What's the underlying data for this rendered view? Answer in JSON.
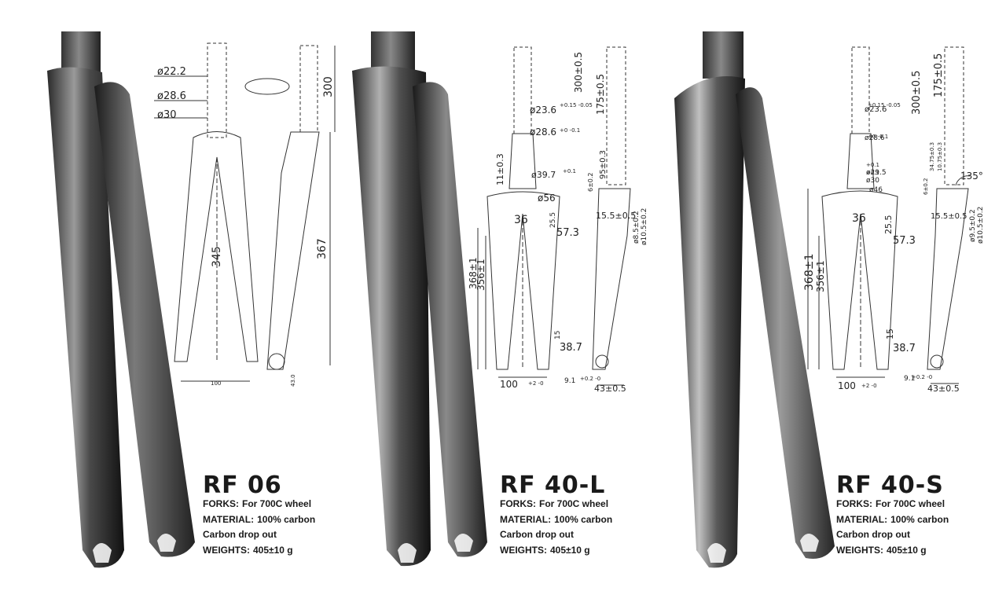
{
  "products": [
    {
      "name": "RF 06",
      "specs": [
        {
          "key": "FORKS:",
          "value": "For 700C wheel"
        },
        {
          "key": "MATERIAL:",
          "value": "100% carbon"
        },
        {
          "key": "",
          "value": "Carbon drop out"
        },
        {
          "key": "WEIGHTS:",
          "value": "405±10 g"
        }
      ],
      "dims": {
        "d1": "ø22.2",
        "d2": "ø28.6",
        "d3": "ø30",
        "steerer": "300",
        "length": "345",
        "axle": "367",
        "spacing": "100",
        "offset": "43.0"
      }
    },
    {
      "name": "RF 40-L",
      "specs": [
        {
          "key": "FORKS:",
          "value": "For 700C wheel"
        },
        {
          "key": "MATERIAL:",
          "value": "100% carbon"
        },
        {
          "key": "",
          "value": "Carbon drop out"
        },
        {
          "key": "WEIGHTS:",
          "value": "405±10 g"
        }
      ],
      "dims": {
        "d1": "ø23.6",
        "d1tol": "+0.15 -0.05",
        "d2": "ø28.6",
        "d2tol": "+0 -0.1",
        "d3": "ø39.7",
        "d3tol": "+0.1",
        "crown": "ø56",
        "crownwidth": "36",
        "h1": "11±0.3",
        "len1": "368±1",
        "len2": "356±1",
        "steer1": "300±0.5",
        "steer2": "175±0.5",
        "steer3": "95±0.3",
        "bear1": "6±0.2",
        "bear2": "15.5±0.5",
        "tube1": "ø8.5±0.2",
        "tube2": "ø10.5±0.2",
        "bladeh": "25.5",
        "bladew": "57.3",
        "tiph": "15",
        "tipw": "38.7",
        "spacing": "100",
        "spacingtol": "+2 -0",
        "dropout": "9.1",
        "dropouttol": "+0.2 -0",
        "offset": "43±0.5"
      }
    },
    {
      "name": "RF 40-S",
      "specs": [
        {
          "key": "FORKS:",
          "value": "For 700C wheel"
        },
        {
          "key": "MATERIAL:",
          "value": "100% carbon"
        },
        {
          "key": "",
          "value": "Carbon drop out"
        },
        {
          "key": "WEIGHTS:",
          "value": "405±10 g"
        }
      ],
      "dims": {
        "d1": "ø23.6",
        "d1tol": "+0.15 -0.05",
        "d2": "ø28.6",
        "d2tol": "+0 -0.1",
        "d3": "ø29.5",
        "d3tol": "+0.1",
        "d4": "ø30",
        "d4tol": "+0.1",
        "crown": "ø46",
        "crownwidth": "36",
        "len1": "368±1",
        "len2": "356±1",
        "steer1": "300±0.5",
        "steer2": "175±0.5",
        "steer3": "34.75±0.3",
        "steer4": "10.75±0.3",
        "angle": "135°",
        "bear1": "6±0.2",
        "bear2": "15.5±0.5",
        "tube1": "ø9.5±0.2",
        "tube2": "ø10.5±0.2",
        "bladeh": "25.5",
        "bladew": "57.3",
        "tiph": "15",
        "tipw": "38.7",
        "spacing": "100",
        "spacingtol": "+2 -0",
        "dropout": "9.1",
        "dropouttol": "+0.2 -0",
        "offset": "43±0.5"
      }
    }
  ]
}
